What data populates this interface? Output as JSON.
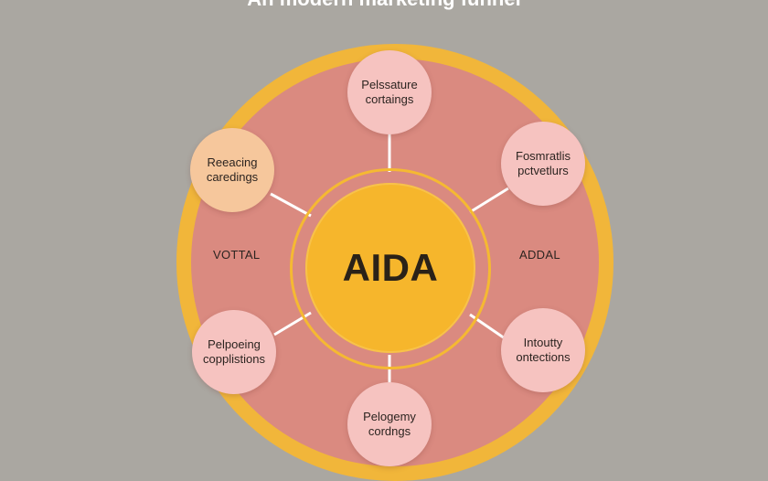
{
  "title": "An modern marketing funnel",
  "center": {
    "label": "AIDA"
  },
  "nodes": [
    {
      "id": "top",
      "line1": "Pelssature",
      "line2": "cortaings"
    },
    {
      "id": "upper-left",
      "line1": "Reeacing",
      "line2": "caredings"
    },
    {
      "id": "upper-right",
      "line1": "Fosmratlis",
      "line2": "pctvetlurs"
    },
    {
      "id": "lower-left",
      "line1": "Pelpoeing",
      "line2": "copplistions"
    },
    {
      "id": "lower-right",
      "line1": "Intoutty",
      "line2": "ontections"
    },
    {
      "id": "bottom",
      "line1": "Pelogemy",
      "line2": "cordngs"
    }
  ],
  "side_labels": {
    "left": "VOTTAL",
    "right": "ADDAL"
  },
  "colors": {
    "background": "#aaa7a1",
    "outer_ring": "#f1b63a",
    "wheel_fill": "#da8a80",
    "hub": "#f6b62c",
    "node": "#f6c3c0",
    "node_highlight": "#f6c79c",
    "connector": "#ffffff"
  }
}
